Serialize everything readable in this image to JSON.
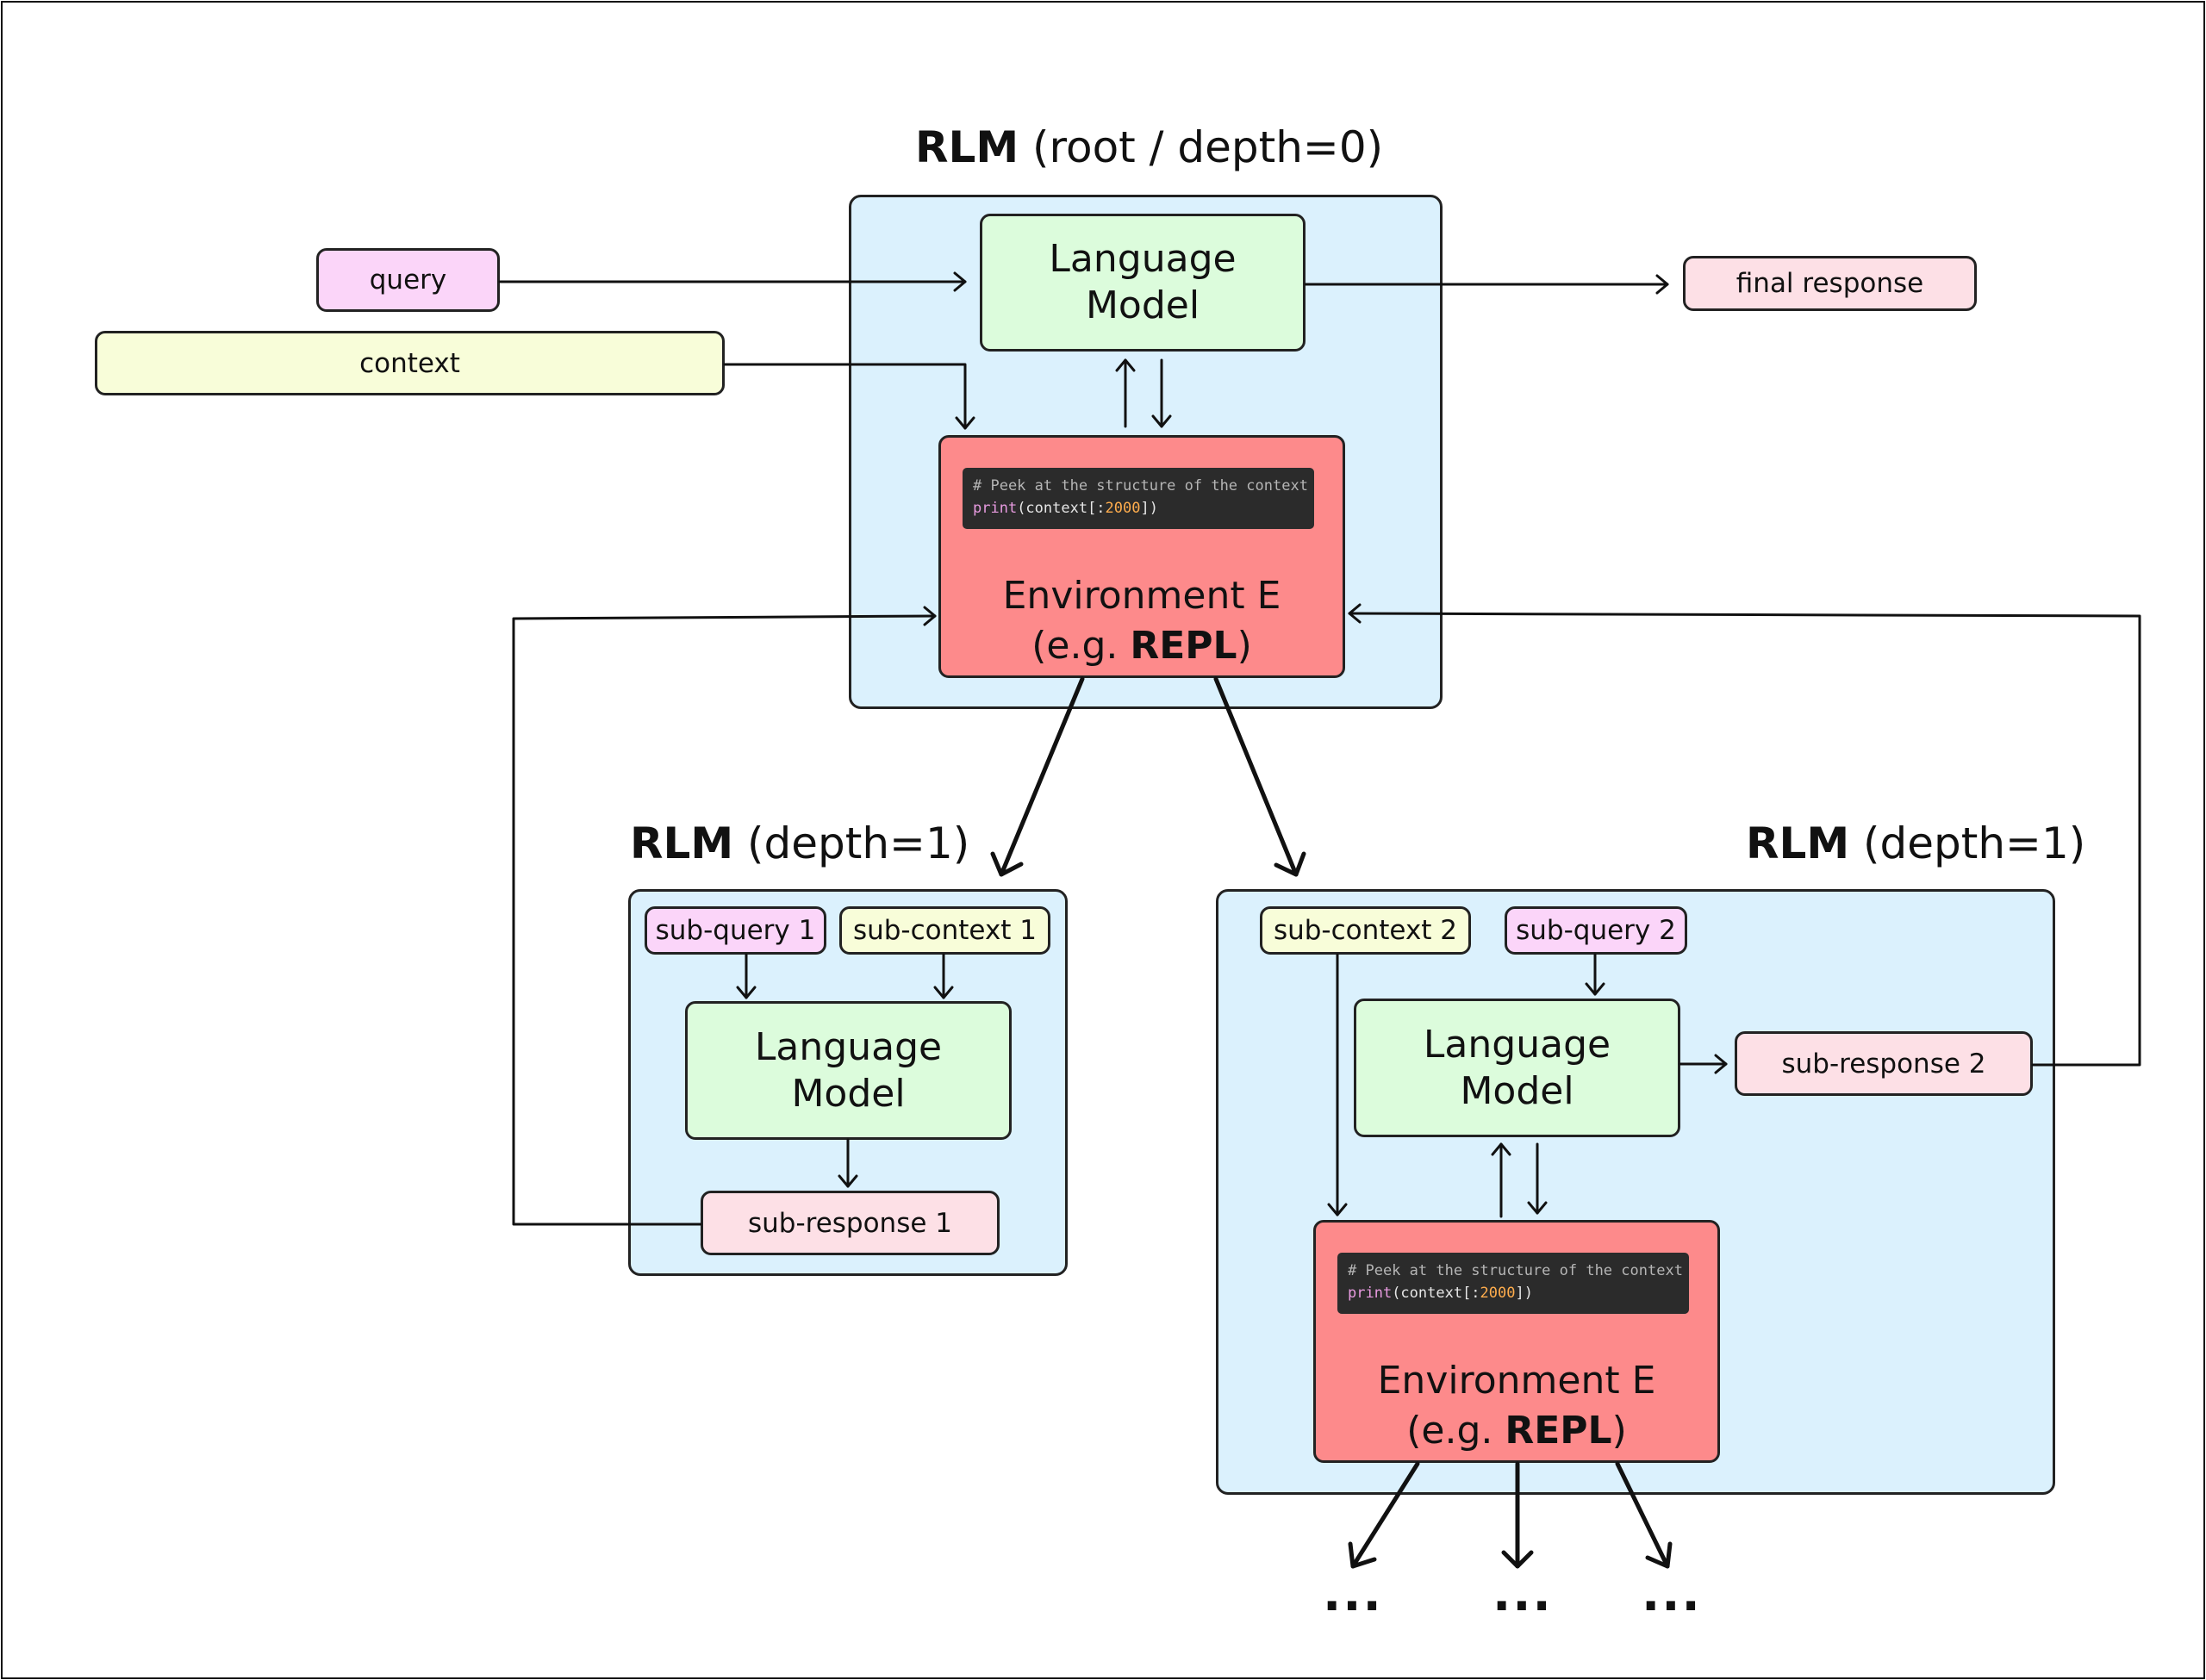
{
  "root": {
    "title_bold": "RLM",
    "title_rest": " (root / depth=0)",
    "language_model_line1": "Language",
    "language_model_line2": "Model",
    "env_line1": "Environment E",
    "env_line2_pre": "(e.g. ",
    "env_line2_bold": "REPL",
    "env_line2_post": ")",
    "code_comment": "# Peek at the structure of the context",
    "code_fn": "print",
    "code_arg_pre": "(context[:",
    "code_num": "2000",
    "code_arg_post": "])"
  },
  "inputs": {
    "query": "query",
    "context": "context",
    "final_response": "final response"
  },
  "child1": {
    "title_bold": "RLM",
    "title_rest": " (depth=1)",
    "sub_query": "sub-query 1",
    "sub_context": "sub-context 1",
    "language_model_line1": "Language",
    "language_model_line2": "Model",
    "sub_response": "sub-response 1"
  },
  "child2": {
    "title_bold": "RLM",
    "title_rest": " (depth=1)",
    "sub_context": "sub-context 2",
    "sub_query": "sub-query 2",
    "language_model_line1": "Language",
    "language_model_line2": "Model",
    "sub_response": "sub-response 2",
    "env_line1": "Environment E",
    "env_line2_pre": "(e.g. ",
    "env_line2_bold": "REPL",
    "env_line2_post": ")",
    "code_comment": "# Peek at the structure of the context",
    "code_fn": "print",
    "code_arg_pre": "(context[:",
    "code_num": "2000",
    "code_arg_post": "])"
  },
  "ellipses": [
    "...",
    "...",
    "..."
  ],
  "colors": {
    "panel": "#dbf1fd",
    "language_model": "#dcfcdc",
    "environment": "#fd8a8b",
    "query": "#fbd5f9",
    "context": "#f8fdd9",
    "response": "#fde0e6"
  }
}
